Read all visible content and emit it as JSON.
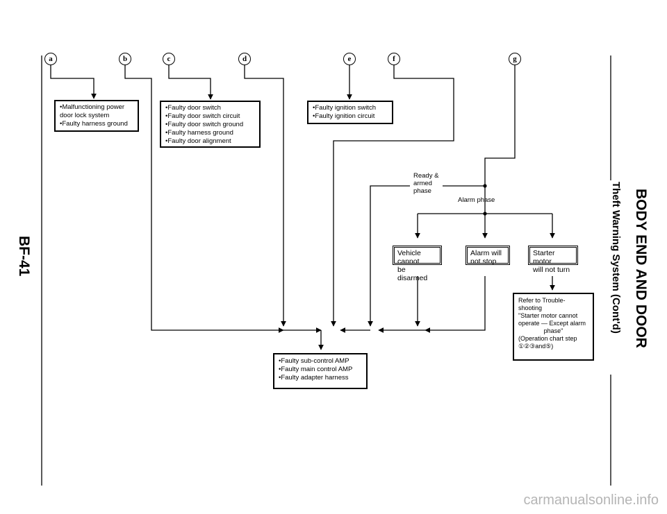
{
  "header": {
    "section": "BODY END AND DOOR",
    "subtitle": "Theft Warning System (Cont'd)",
    "page": "BF-41"
  },
  "inputs": [
    {
      "id": "a",
      "glyph": "a"
    },
    {
      "id": "b",
      "glyph": "b"
    },
    {
      "id": "c",
      "glyph": "c"
    },
    {
      "id": "d",
      "glyph": "d"
    },
    {
      "id": "e",
      "glyph": "e"
    },
    {
      "id": "f",
      "glyph": "f"
    },
    {
      "id": "g",
      "glyph": "g"
    }
  ],
  "boxes": {
    "lock": [
      "Malfunctioning power door lock system",
      "Faulty harness ground"
    ],
    "door": [
      "Faulty door switch",
      "Faulty door switch circuit",
      "Faulty door switch ground",
      "Faulty harness ground",
      "Faulty door alignment"
    ],
    "ign": [
      "Faulty ignition switch",
      "Faulty ignition circuit"
    ],
    "amp": [
      "Faulty sub-control AMP",
      "Faulty main control AMP",
      "Faulty adapter harness"
    ]
  },
  "labels": {
    "ready_armed": [
      "Ready &",
      "armed",
      "phase"
    ],
    "alarm_phase": "Alarm phase"
  },
  "results": {
    "vehicle": [
      "Vehicle cannot",
      "be disarmed"
    ],
    "alarm": [
      "Alarm will",
      "not stop"
    ],
    "starter": [
      "Starter motor",
      "will not turn"
    ]
  },
  "refer": [
    "Refer to Trouble-",
    "shooting",
    "\"Starter motor cannot",
    "operate — Except alarm",
    "phase\"",
    "(Operation chart step",
    "①②③and⑤)"
  ],
  "watermark": "carmanualsonline.info"
}
